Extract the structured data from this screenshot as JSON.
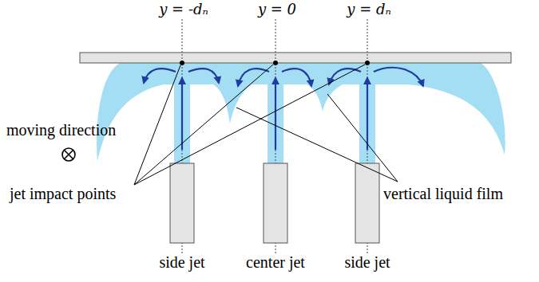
{
  "diagram": {
    "labels": [
      "y = -dₙ",
      "y = 0",
      "y = dₙ",
      "moving direction",
      "jet impact points",
      "vertical liquid film",
      "side jet",
      "center jet",
      "side jet"
    ]
  }
}
